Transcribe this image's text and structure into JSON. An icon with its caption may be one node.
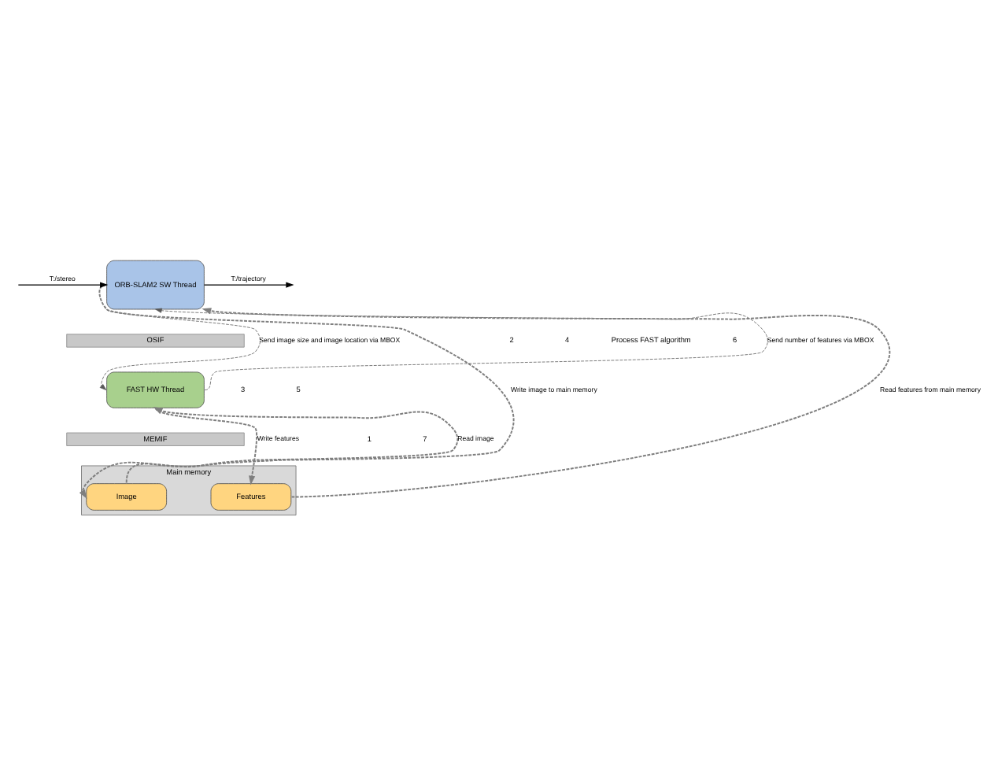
{
  "diagram": {
    "nodes": [
      {
        "text": [
          "ORB-SLAM2 SW Thread"
        ]
      },
      {
        "text": [
          "OSIF"
        ]
      },
      {
        "text": [
          "FAST HW Thread"
        ]
      },
      {
        "text": [
          "MEMIF"
        ]
      },
      {
        "text": [
          "Main memory"
        ]
      },
      {
        "text": [
          "Image"
        ],
        "in": 4
      },
      {
        "text": [
          "Features"
        ],
        "in": 4
      }
    ],
    "edges": [
      {
        "from": null,
        "to": 0,
        "arrow": "to",
        "label": "T:/stereo",
        "color": "#000000"
      },
      {
        "from": 0,
        "to": null,
        "arrow": "to",
        "label": "T:/trajectory",
        "color": "#000000"
      },
      {
        "from": 0,
        "to": 5,
        "arrow": "to",
        "label": "Write image to main memory",
        "style": "dashed"
      },
      {
        "from": 0,
        "to": 2,
        "arrow": "to",
        "label": "Send image size and image location via MBOX",
        "style": "dashed",
        "color": "#595959"
      },
      {
        "from": 2,
        "to": 0,
        "arrow": "to",
        "label": "Send number of features via MBOX",
        "style": "dashed",
        "color": "#595959"
      },
      {
        "from": 5,
        "to": 2,
        "arrow": "to",
        "label": "Read image",
        "style": "dashed"
      },
      {
        "from": 2,
        "to": 6,
        "arrow": "to",
        "label": "Write features",
        "style": "dashed"
      },
      {
        "from": 6,
        "to": 0,
        "arrow": "to",
        "label": "Read features from main memory",
        "style": "dashed"
      }
    ],
    "labels": [
      "2",
      "4",
      "Process FAST algorithm",
      "6",
      "3",
      "5",
      "1",
      "7"
    ]
  }
}
